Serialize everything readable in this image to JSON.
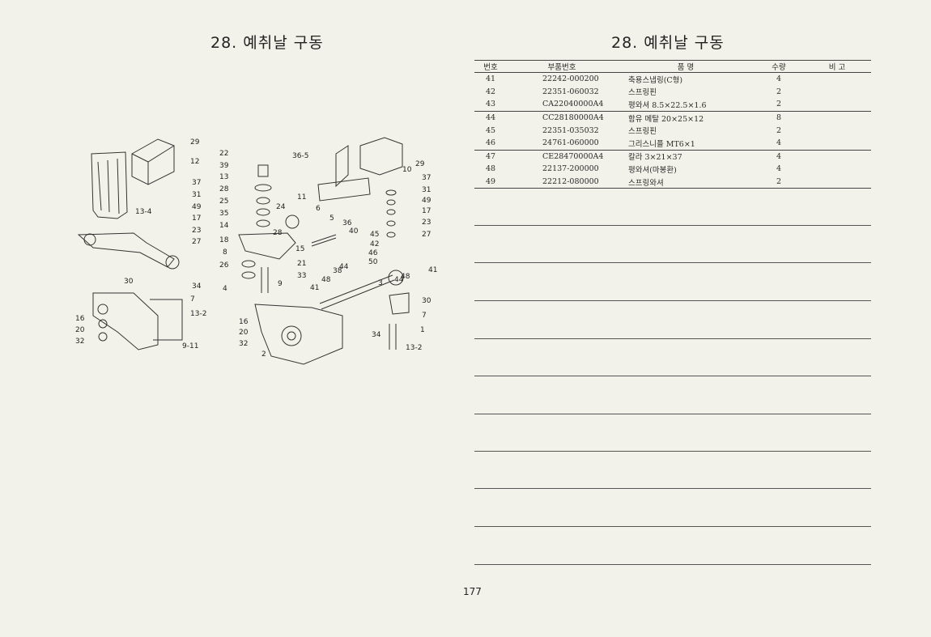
{
  "page": {
    "title_left": "28. 예취날 구동",
    "title_right": "28. 예취날 구동",
    "page_number": "177"
  },
  "table": {
    "headers": {
      "no": "번호",
      "part_no": "부품번호",
      "name": "품   명",
      "qty": "수량",
      "remark": "비  고"
    },
    "rows": [
      {
        "no": "41",
        "part_no": "22242-000200",
        "name": "축용스냅링(C형)",
        "qty": "4",
        "remark": ""
      },
      {
        "no": "42",
        "part_no": "22351-060032",
        "name": "스프링핀",
        "qty": "2",
        "remark": ""
      },
      {
        "no": "43",
        "part_no": "CA22040000A4",
        "name": "평와셔 8.5×22.5×1.6",
        "qty": "2",
        "remark": ""
      },
      {
        "no": "44",
        "part_no": "CC28180000A4",
        "name": "함유 메탈 20×25×12",
        "qty": "8",
        "remark": ""
      },
      {
        "no": "45",
        "part_no": "22351-035032",
        "name": "스프링핀",
        "qty": "2",
        "remark": ""
      },
      {
        "no": "46",
        "part_no": "24761-060000",
        "name": "그리스니플 MT6×1",
        "qty": "4",
        "remark": ""
      },
      {
        "no": "47",
        "part_no": "CE28470000A4",
        "name": "칼라 3×21×37",
        "qty": "4",
        "remark": ""
      },
      {
        "no": "48",
        "part_no": "22137-200000",
        "name": "평와셔(마봉환)",
        "qty": "4",
        "remark": ""
      },
      {
        "no": "49",
        "part_no": "22212-080000",
        "name": "스프링와셔",
        "qty": "2",
        "remark": ""
      }
    ]
  },
  "diagram": {
    "callouts": [
      "29",
      "12",
      "37",
      "31",
      "49",
      "17",
      "23",
      "27",
      "13-4",
      "30",
      "34",
      "7",
      "13-2",
      "16",
      "20",
      "32",
      "9-11",
      "22",
      "39",
      "13",
      "28",
      "25",
      "35",
      "14",
      "18",
      "8",
      "26",
      "4",
      "24",
      "11",
      "6",
      "5",
      "36",
      "45",
      "42",
      "46",
      "50",
      "15",
      "21",
      "33",
      "3",
      "38",
      "41",
      "40",
      "44",
      "48",
      "1",
      "2",
      "36-5",
      "10"
    ]
  },
  "colors": {
    "paper": "#f3f2ea",
    "ink": "#2a2a2a"
  }
}
